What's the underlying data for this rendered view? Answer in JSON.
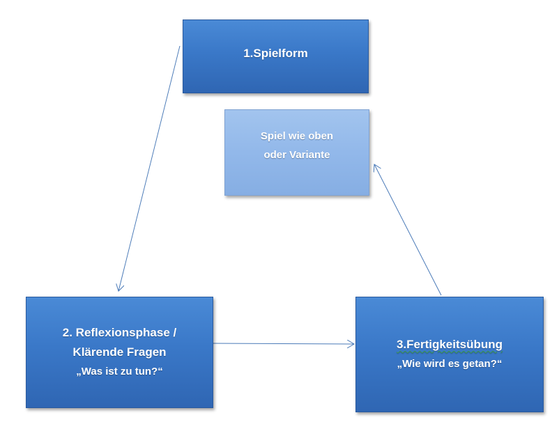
{
  "boxes": {
    "spielform": {
      "title": "1.Spielform"
    },
    "variante": {
      "line1": "Spiel wie oben",
      "line2": "oder Variante"
    },
    "reflexion": {
      "line1": "2. Reflexionsphase /",
      "line2": "Klärende Fragen",
      "question": "„Was ist zu tun?“"
    },
    "fertigkeit": {
      "title": "3.Fertigkeitsübung",
      "question": "„Wie wird es getan?“"
    }
  },
  "colors": {
    "dark_box": "#3a78c8",
    "light_box": "#92b8ea",
    "arrow": "#4a7ab8"
  }
}
